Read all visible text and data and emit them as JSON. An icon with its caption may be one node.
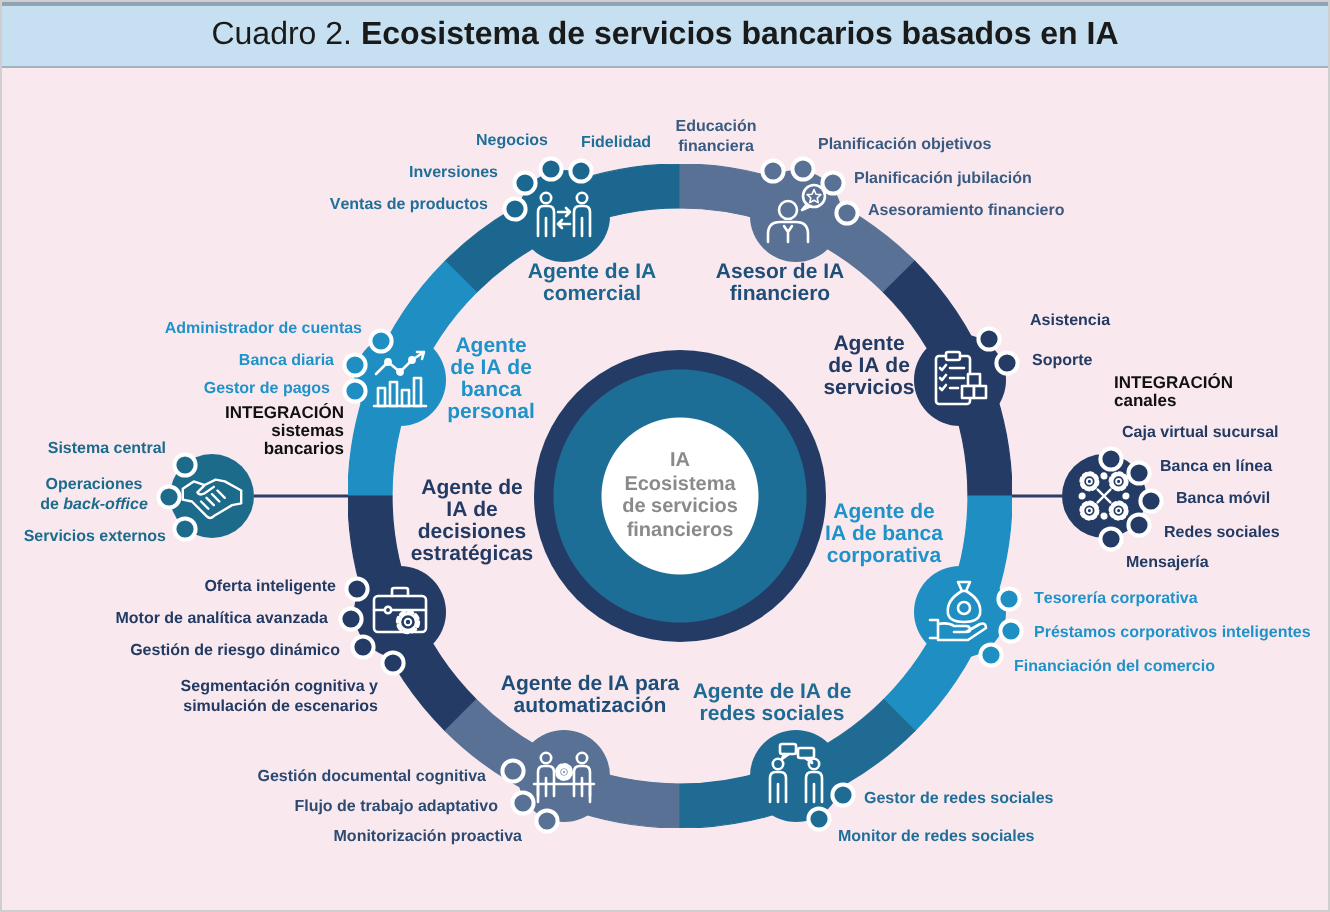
{
  "diagram": {
    "title": "Cuadro 2. **Ecosistema de servicios bancarios basados en IA**",
    "nodes": [
      {
        "text": [],
        "shape": "circle"
      },
      {
        "text": [
          "Agente de IA comercial"
        ],
        "beside": [
          "Negocios",
          "Fidelidad",
          "Inversiones",
          "Ventas de productos"
        ],
        "in": 0
      },
      {
        "text": [
          "Asesor de IA financiero"
        ],
        "beside": [
          "Educación financiera",
          "Planificación objetivos",
          "Planificación jubilación",
          "Asesoramiento financiero"
        ],
        "in": 0
      },
      {
        "text": [
          "Agente de IA de banca personal"
        ],
        "beside": [
          "Administrador de cuentas",
          "Banca diaria",
          "Gestor de pagos"
        ],
        "in": 0
      },
      {
        "text": [
          "Agente de IA de servicios"
        ],
        "beside": [
          "Asistencia",
          "Soporte"
        ],
        "in": 0
      },
      {
        "text": [
          "INTEGRACIÓN sistemas bancarios"
        ],
        "beside": [
          "Sistema central",
          "Operaciones de *back-office*",
          "Servicios externos"
        ]
      },
      {
        "text": [
          "IA Ecosistema de servicios financieros"
        ],
        "in": 0
      },
      {
        "text": [
          "INTEGRACIÓN canales"
        ],
        "beside": [
          "Caja virtual sucursal",
          "Banca en línea",
          "Banca móvil",
          "Redes sociales",
          "Mensajería"
        ]
      },
      {
        "text": [
          "Agente de IA de decisiones estratégicas"
        ],
        "beside": [
          "Oferta inteligente",
          "Motor de analítica avanzada",
          "Gestión de riesgo dinámico",
          "Segmentación cognitiva y simulación de escenarios"
        ],
        "in": 0
      },
      {
        "text": [
          "Agente de IA de banca corporativa"
        ],
        "beside": [
          "Tesorería corporativa",
          "Préstamos corporativos inteligentes",
          "Financiación del comercio"
        ],
        "in": 0
      },
      {
        "text": [
          "Agente de IA para automatización"
        ],
        "beside": [
          "Gestión documental cognitiva",
          "Flujo de trabajo adaptativo",
          "Monitorización proactiva"
        ],
        "in": 0
      },
      {
        "text": [
          "Agente de IA de redes sociales"
        ],
        "beside": [
          "Gestor de redes sociales",
          "Monitor de redes sociales"
        ],
        "in": 0
      }
    ],
    "edges": [
      {
        "from": 5,
        "to": 0,
        "arrow": "none"
      },
      {
        "from": 0,
        "to": 7,
        "arrow": "none"
      }
    ]
  }
}
